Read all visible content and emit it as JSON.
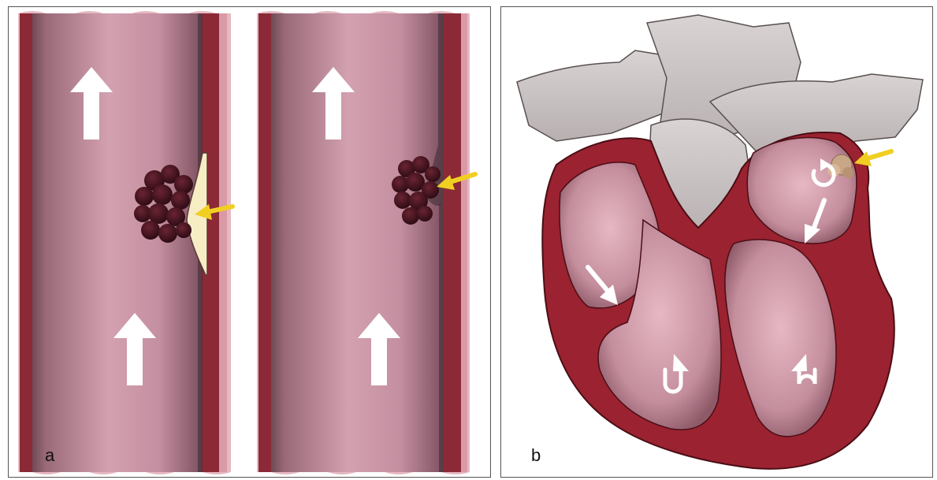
{
  "figure": {
    "panels": [
      {
        "id": "a",
        "label": "a"
      },
      {
        "id": "b",
        "label": "b"
      }
    ],
    "colors": {
      "vessel_lumen": "#c08a9a",
      "vessel_wall": "#8b2a36",
      "thrombus": "#4a1420",
      "plaque": "#f7edc4",
      "heart_muscle": "#9b2230",
      "chamber": "#c98e9e",
      "great_vessels": "#cbc4c4",
      "pointer_arrow": "#f1cf22",
      "flow_arrow": "#ffffff",
      "atrial_thrombus": "#c9a687"
    },
    "icons": [
      "flow-arrow-icon",
      "pointer-arrow-icon",
      "u-turn-arrow-icon",
      "circular-arrow-icon"
    ]
  }
}
